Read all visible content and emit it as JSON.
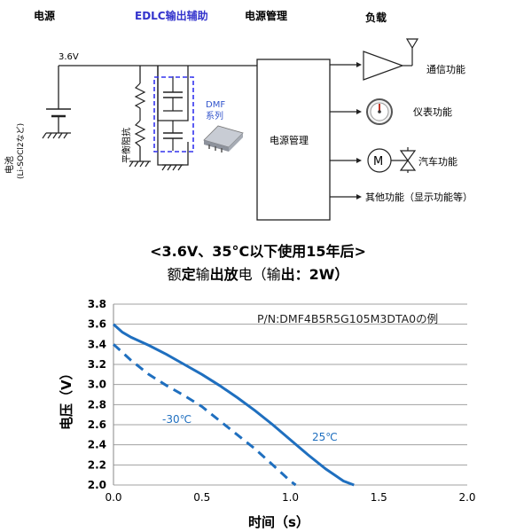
{
  "diagram": {
    "headers": {
      "power": "电源",
      "edlc": "EDLC输出辅助",
      "power_mgmt": "电源管理",
      "load": "负载"
    },
    "voltage_label": "3.6V",
    "battery_label": "电池\n(Li-SOCl2など)",
    "balance_resistor_label": "平衡阻抗",
    "dmf_label": "DMF\n系列",
    "power_mgmt_box_label": "电源管理",
    "loads": [
      {
        "label": "通信功能",
        "icon": "antenna-amplifier-icon"
      },
      {
        "label": "仪表功能",
        "icon": "gauge-icon"
      },
      {
        "label": "汽车功能",
        "icon": "motor-valve-icon"
      },
      {
        "label": "其他功能（显示功能等）",
        "icon": "arrow-icon"
      }
    ],
    "colors": {
      "edlc_header": "#3333cc",
      "dmf_label": "#3355cc",
      "dashed_box": "#3333ee"
    }
  },
  "titles": {
    "line1": "<3.6V、35°C以下使用15年后>",
    "line2_pre": "额",
    "line2_b1": "定",
    "line2_mid": "输",
    "line2_b2": "出放",
    "line2_post": "电（输",
    "line2_b3": "出：2W）"
  },
  "chart_data": {
    "type": "line",
    "annotation": "P/N:DMF4B5R5G105M3DTA0の例",
    "xlabel": "时间（s）",
    "ylabel": "电压（V）",
    "xlim": [
      0.0,
      2.0
    ],
    "ylim": [
      2.0,
      3.8
    ],
    "xticks": [
      "0.0",
      "0.5",
      "1.0",
      "1.5",
      "2.0"
    ],
    "yticks": [
      "2.0",
      "2.2",
      "2.4",
      "2.6",
      "2.8",
      "3.0",
      "3.2",
      "3.4",
      "3.6",
      "3.8"
    ],
    "grid": true,
    "color": "#1f6fbf",
    "series": [
      {
        "name": "25℃",
        "style": "solid",
        "x": [
          0.0,
          0.05,
          0.1,
          0.2,
          0.3,
          0.4,
          0.5,
          0.6,
          0.7,
          0.8,
          0.9,
          1.0,
          1.1,
          1.2,
          1.3,
          1.36
        ],
        "y": [
          3.6,
          3.52,
          3.47,
          3.39,
          3.3,
          3.2,
          3.1,
          2.99,
          2.87,
          2.74,
          2.6,
          2.45,
          2.3,
          2.16,
          2.04,
          2.0
        ]
      },
      {
        "name": "-30℃",
        "style": "dashed",
        "x": [
          0.0,
          0.05,
          0.1,
          0.2,
          0.3,
          0.4,
          0.5,
          0.6,
          0.7,
          0.8,
          0.9,
          0.95,
          1.0,
          1.03
        ],
        "y": [
          3.4,
          3.32,
          3.24,
          3.1,
          2.99,
          2.89,
          2.78,
          2.64,
          2.5,
          2.36,
          2.2,
          2.12,
          2.04,
          2.0
        ]
      }
    ]
  }
}
